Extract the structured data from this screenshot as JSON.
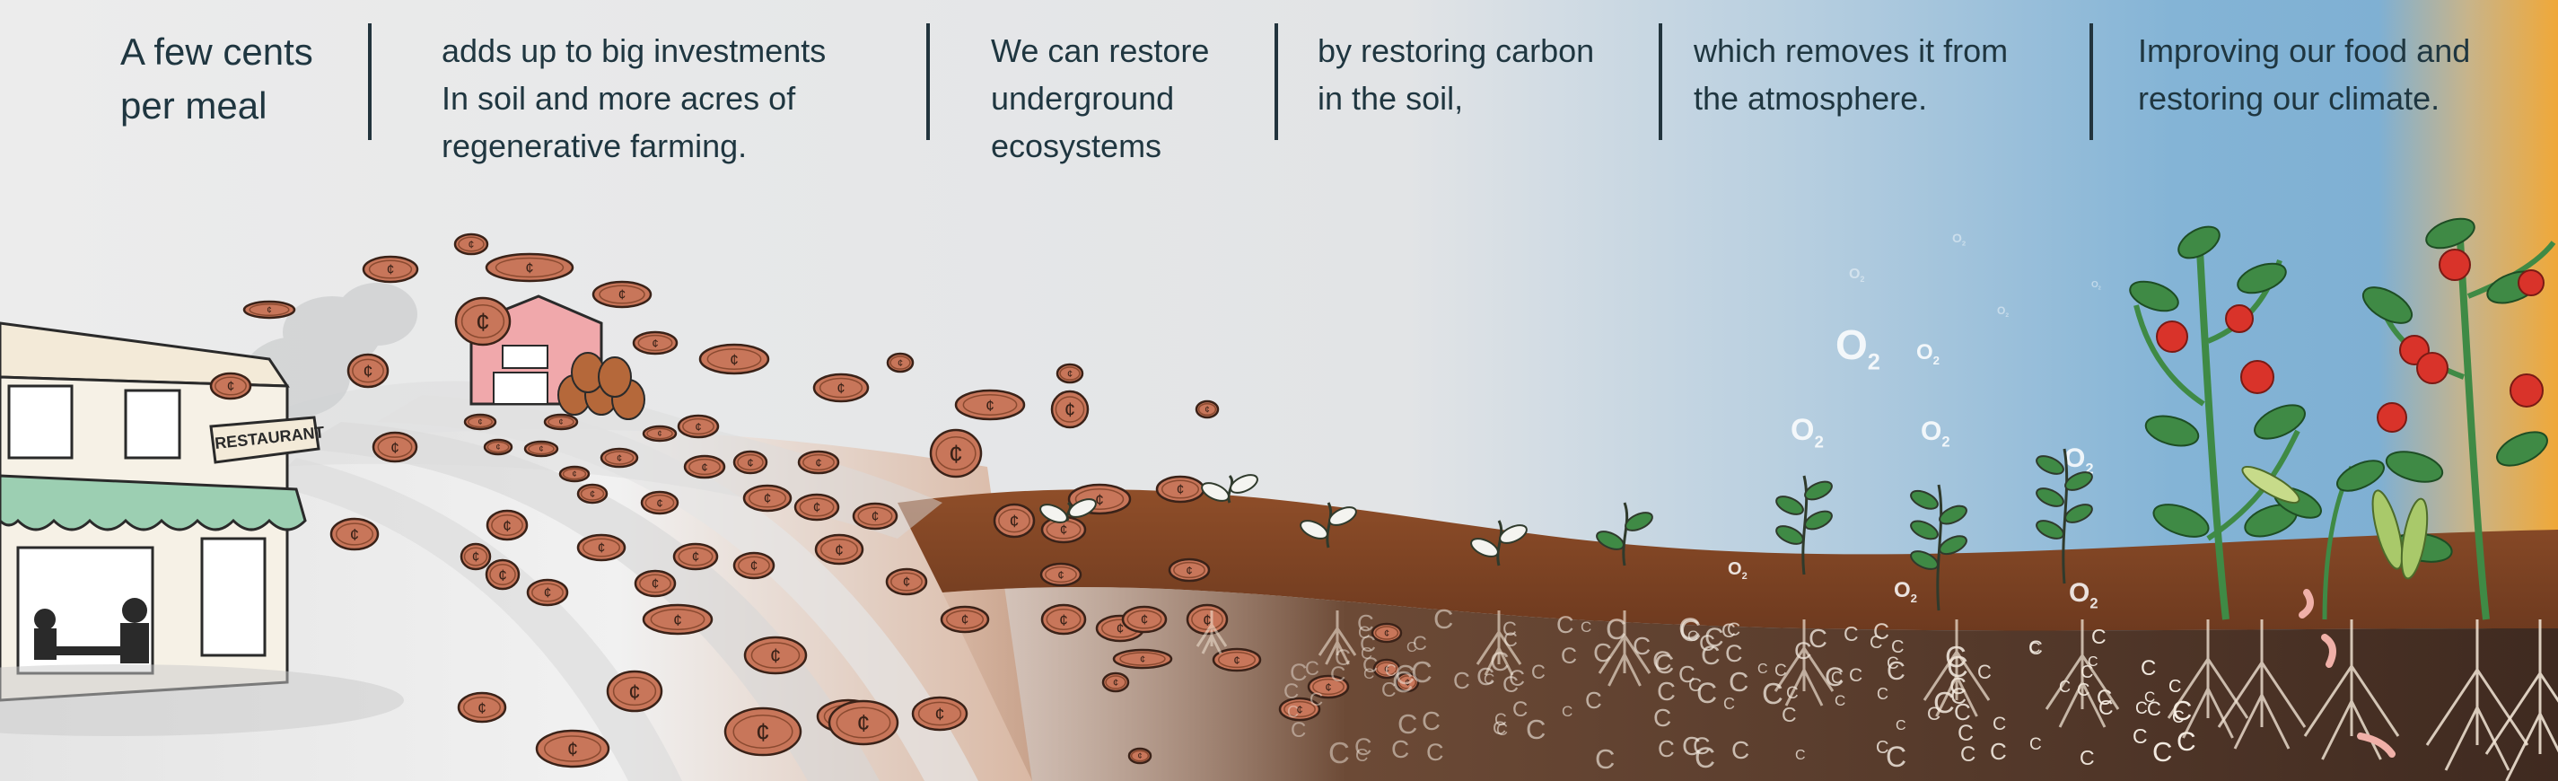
{
  "captions": [
    {
      "lines": [
        "A few cents",
        "per meal"
      ]
    },
    {
      "lines": [
        "adds up to big investments",
        "In soil and more acres of",
        "regenerative farming."
      ]
    },
    {
      "lines": [
        "We can restore",
        "underground",
        "ecosystems"
      ]
    },
    {
      "lines": [
        "by restoring carbon",
        "in the soil,"
      ]
    },
    {
      "lines": [
        "which removes it from",
        "the atmosphere."
      ]
    },
    {
      "lines": [
        "Improving our food and",
        "restoring our climate."
      ]
    }
  ],
  "illustration": {
    "restaurant_sign": "RESTAURANT",
    "coin_symbol": "¢",
    "oxygen_label": "O",
    "oxygen_subscript": "2",
    "carbon_symbol": "C"
  },
  "colors": {
    "text": "#1f3640",
    "coin": "#c8765a",
    "soil_top": "#8a4a26",
    "soil_deep": "#4a3124",
    "sky_blue": "#7fb0d3",
    "sun_orange": "#f0a838",
    "plant_green": "#3f8a45",
    "tomato_red": "#d9332a"
  }
}
